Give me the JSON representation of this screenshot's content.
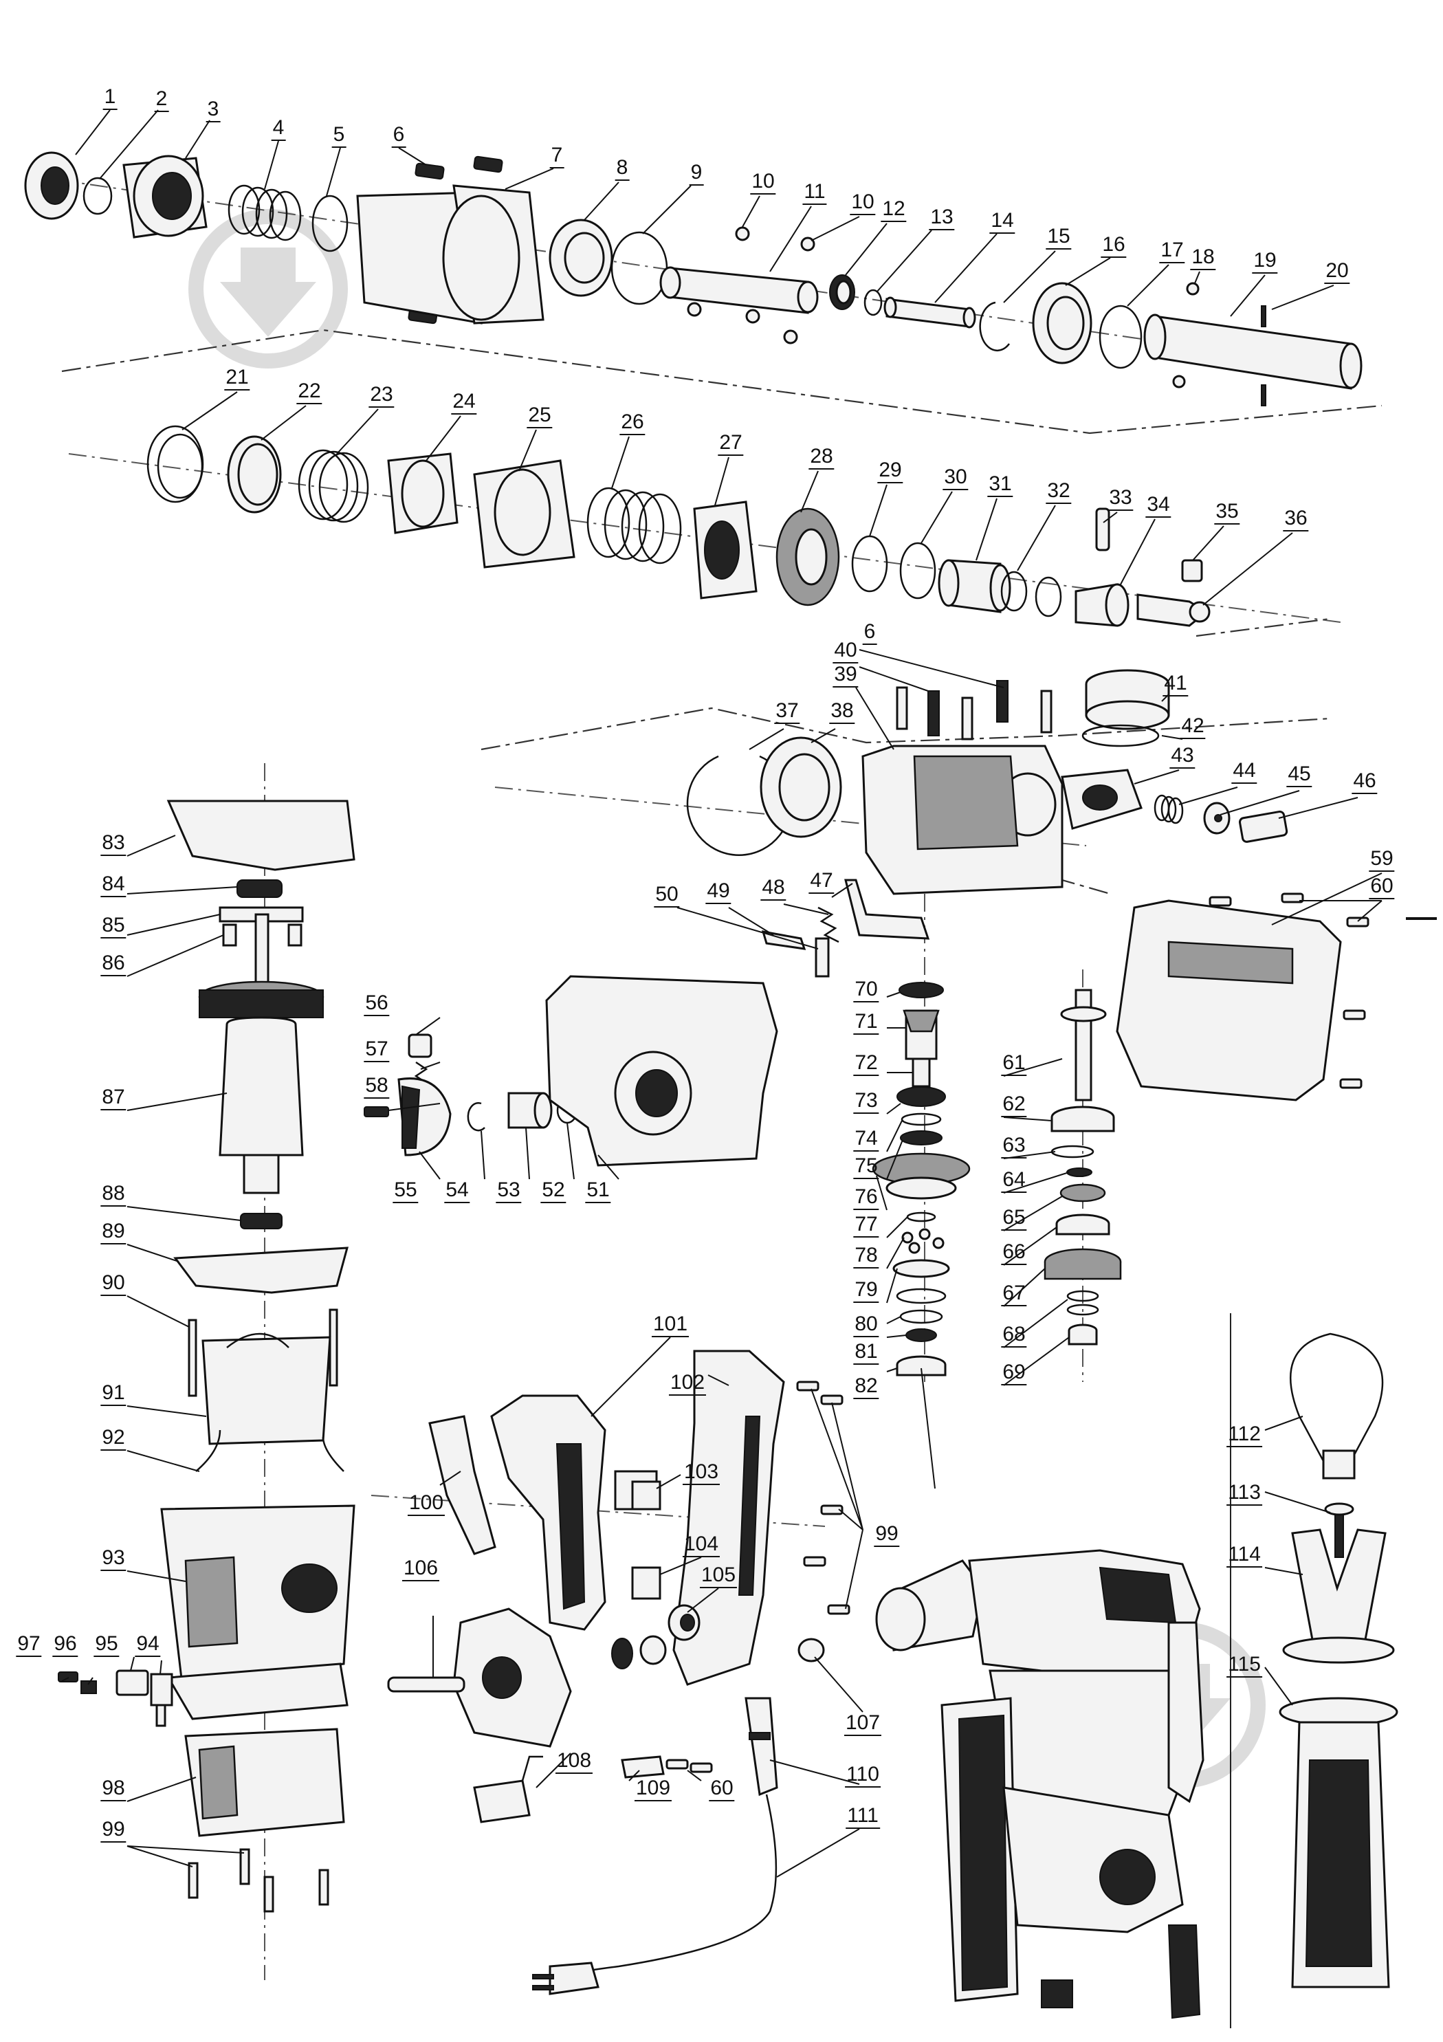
{
  "diagram": {
    "callouts": [
      {
        "id": "c1",
        "text": "1"
      },
      {
        "id": "c2",
        "text": "2"
      },
      {
        "id": "c3",
        "text": "3"
      },
      {
        "id": "c4",
        "text": "4"
      },
      {
        "id": "c5",
        "text": "5"
      },
      {
        "id": "c6",
        "text": "6"
      },
      {
        "id": "c7",
        "text": "7"
      },
      {
        "id": "c8",
        "text": "8"
      },
      {
        "id": "c9",
        "text": "9"
      },
      {
        "id": "c10a",
        "text": "10"
      },
      {
        "id": "c11",
        "text": "11"
      },
      {
        "id": "c10b",
        "text": "10"
      },
      {
        "id": "c12",
        "text": "12"
      },
      {
        "id": "c13",
        "text": "13"
      },
      {
        "id": "c14",
        "text": "14"
      },
      {
        "id": "c15",
        "text": "15"
      },
      {
        "id": "c16",
        "text": "16"
      },
      {
        "id": "c17",
        "text": "17"
      },
      {
        "id": "c18",
        "text": "18"
      },
      {
        "id": "c19",
        "text": "19"
      },
      {
        "id": "c20",
        "text": "20"
      },
      {
        "id": "c21",
        "text": "21"
      },
      {
        "id": "c22",
        "text": "22"
      },
      {
        "id": "c23",
        "text": "23"
      },
      {
        "id": "c24",
        "text": "24"
      },
      {
        "id": "c25",
        "text": "25"
      },
      {
        "id": "c26",
        "text": "26"
      },
      {
        "id": "c27",
        "text": "27"
      },
      {
        "id": "c28",
        "text": "28"
      },
      {
        "id": "c29",
        "text": "29"
      },
      {
        "id": "c30",
        "text": "30"
      },
      {
        "id": "c31",
        "text": "31"
      },
      {
        "id": "c32",
        "text": "32"
      },
      {
        "id": "c33",
        "text": "33"
      },
      {
        "id": "c34",
        "text": "34"
      },
      {
        "id": "c35",
        "text": "35"
      },
      {
        "id": "c36",
        "text": "36"
      },
      {
        "id": "c6b",
        "text": "6"
      },
      {
        "id": "c40",
        "text": "40"
      },
      {
        "id": "c39",
        "text": "39"
      },
      {
        "id": "c41",
        "text": "41"
      },
      {
        "id": "c37",
        "text": "37"
      },
      {
        "id": "c38",
        "text": "38"
      },
      {
        "id": "c42",
        "text": "42"
      },
      {
        "id": "c43",
        "text": "43"
      },
      {
        "id": "c44",
        "text": "44"
      },
      {
        "id": "c45",
        "text": "45"
      },
      {
        "id": "c46",
        "text": "46"
      },
      {
        "id": "c83",
        "text": "83"
      },
      {
        "id": "c84",
        "text": "84"
      },
      {
        "id": "c85",
        "text": "85"
      },
      {
        "id": "c86",
        "text": "86"
      },
      {
        "id": "c87",
        "text": "87"
      },
      {
        "id": "c88",
        "text": "88"
      },
      {
        "id": "c89",
        "text": "89"
      },
      {
        "id": "c90",
        "text": "90"
      },
      {
        "id": "c91",
        "text": "91"
      },
      {
        "id": "c92",
        "text": "92"
      },
      {
        "id": "c93",
        "text": "93"
      },
      {
        "id": "c97",
        "text": "97"
      },
      {
        "id": "c96",
        "text": "96"
      },
      {
        "id": "c95",
        "text": "95"
      },
      {
        "id": "c94",
        "text": "94"
      },
      {
        "id": "c98",
        "text": "98"
      },
      {
        "id": "c99a",
        "text": "99"
      },
      {
        "id": "c56",
        "text": "56"
      },
      {
        "id": "c57",
        "text": "57"
      },
      {
        "id": "c58",
        "text": "58"
      },
      {
        "id": "c55",
        "text": "55"
      },
      {
        "id": "c54",
        "text": "54"
      },
      {
        "id": "c53",
        "text": "53"
      },
      {
        "id": "c52",
        "text": "52"
      },
      {
        "id": "c51",
        "text": "51"
      },
      {
        "id": "c50",
        "text": "50"
      },
      {
        "id": "c49",
        "text": "49"
      },
      {
        "id": "c48",
        "text": "48"
      },
      {
        "id": "c47",
        "text": "47"
      },
      {
        "id": "c70",
        "text": "70"
      },
      {
        "id": "c71",
        "text": "71"
      },
      {
        "id": "c72",
        "text": "72"
      },
      {
        "id": "c73",
        "text": "73"
      },
      {
        "id": "c74",
        "text": "74"
      },
      {
        "id": "c75",
        "text": "75"
      },
      {
        "id": "c76",
        "text": "76"
      },
      {
        "id": "c77",
        "text": "77"
      },
      {
        "id": "c78",
        "text": "78"
      },
      {
        "id": "c79",
        "text": "79"
      },
      {
        "id": "c80",
        "text": "80"
      },
      {
        "id": "c81",
        "text": "81"
      },
      {
        "id": "c82",
        "text": "82"
      },
      {
        "id": "c61",
        "text": "61"
      },
      {
        "id": "c62",
        "text": "62"
      },
      {
        "id": "c63",
        "text": "63"
      },
      {
        "id": "c64",
        "text": "64"
      },
      {
        "id": "c65",
        "text": "65"
      },
      {
        "id": "c66",
        "text": "66"
      },
      {
        "id": "c67",
        "text": "67"
      },
      {
        "id": "c68",
        "text": "68"
      },
      {
        "id": "c69",
        "text": "69"
      },
      {
        "id": "c59",
        "text": "59"
      },
      {
        "id": "c60a",
        "text": "60"
      },
      {
        "id": "c101",
        "text": "101"
      },
      {
        "id": "c102",
        "text": "102"
      },
      {
        "id": "c103",
        "text": "103"
      },
      {
        "id": "c100",
        "text": "100"
      },
      {
        "id": "c104",
        "text": "104"
      },
      {
        "id": "c105",
        "text": "105"
      },
      {
        "id": "c99b",
        "text": "99"
      },
      {
        "id": "c106",
        "text": "106"
      },
      {
        "id": "c107",
        "text": "107"
      },
      {
        "id": "c108",
        "text": "108"
      },
      {
        "id": "c109",
        "text": "109"
      },
      {
        "id": "c60b",
        "text": "60"
      },
      {
        "id": "c110",
        "text": "110"
      },
      {
        "id": "c111",
        "text": "111"
      },
      {
        "id": "c112",
        "text": "112"
      },
      {
        "id": "c113",
        "text": "113"
      },
      {
        "id": "c114",
        "text": "114"
      },
      {
        "id": "c115",
        "text": "115"
      }
    ]
  },
  "icons": [
    "watermark-logo-icon"
  ],
  "colors": {
    "ink": "#111111",
    "watermark": "#dcdcdc",
    "background": "#ffffff"
  }
}
